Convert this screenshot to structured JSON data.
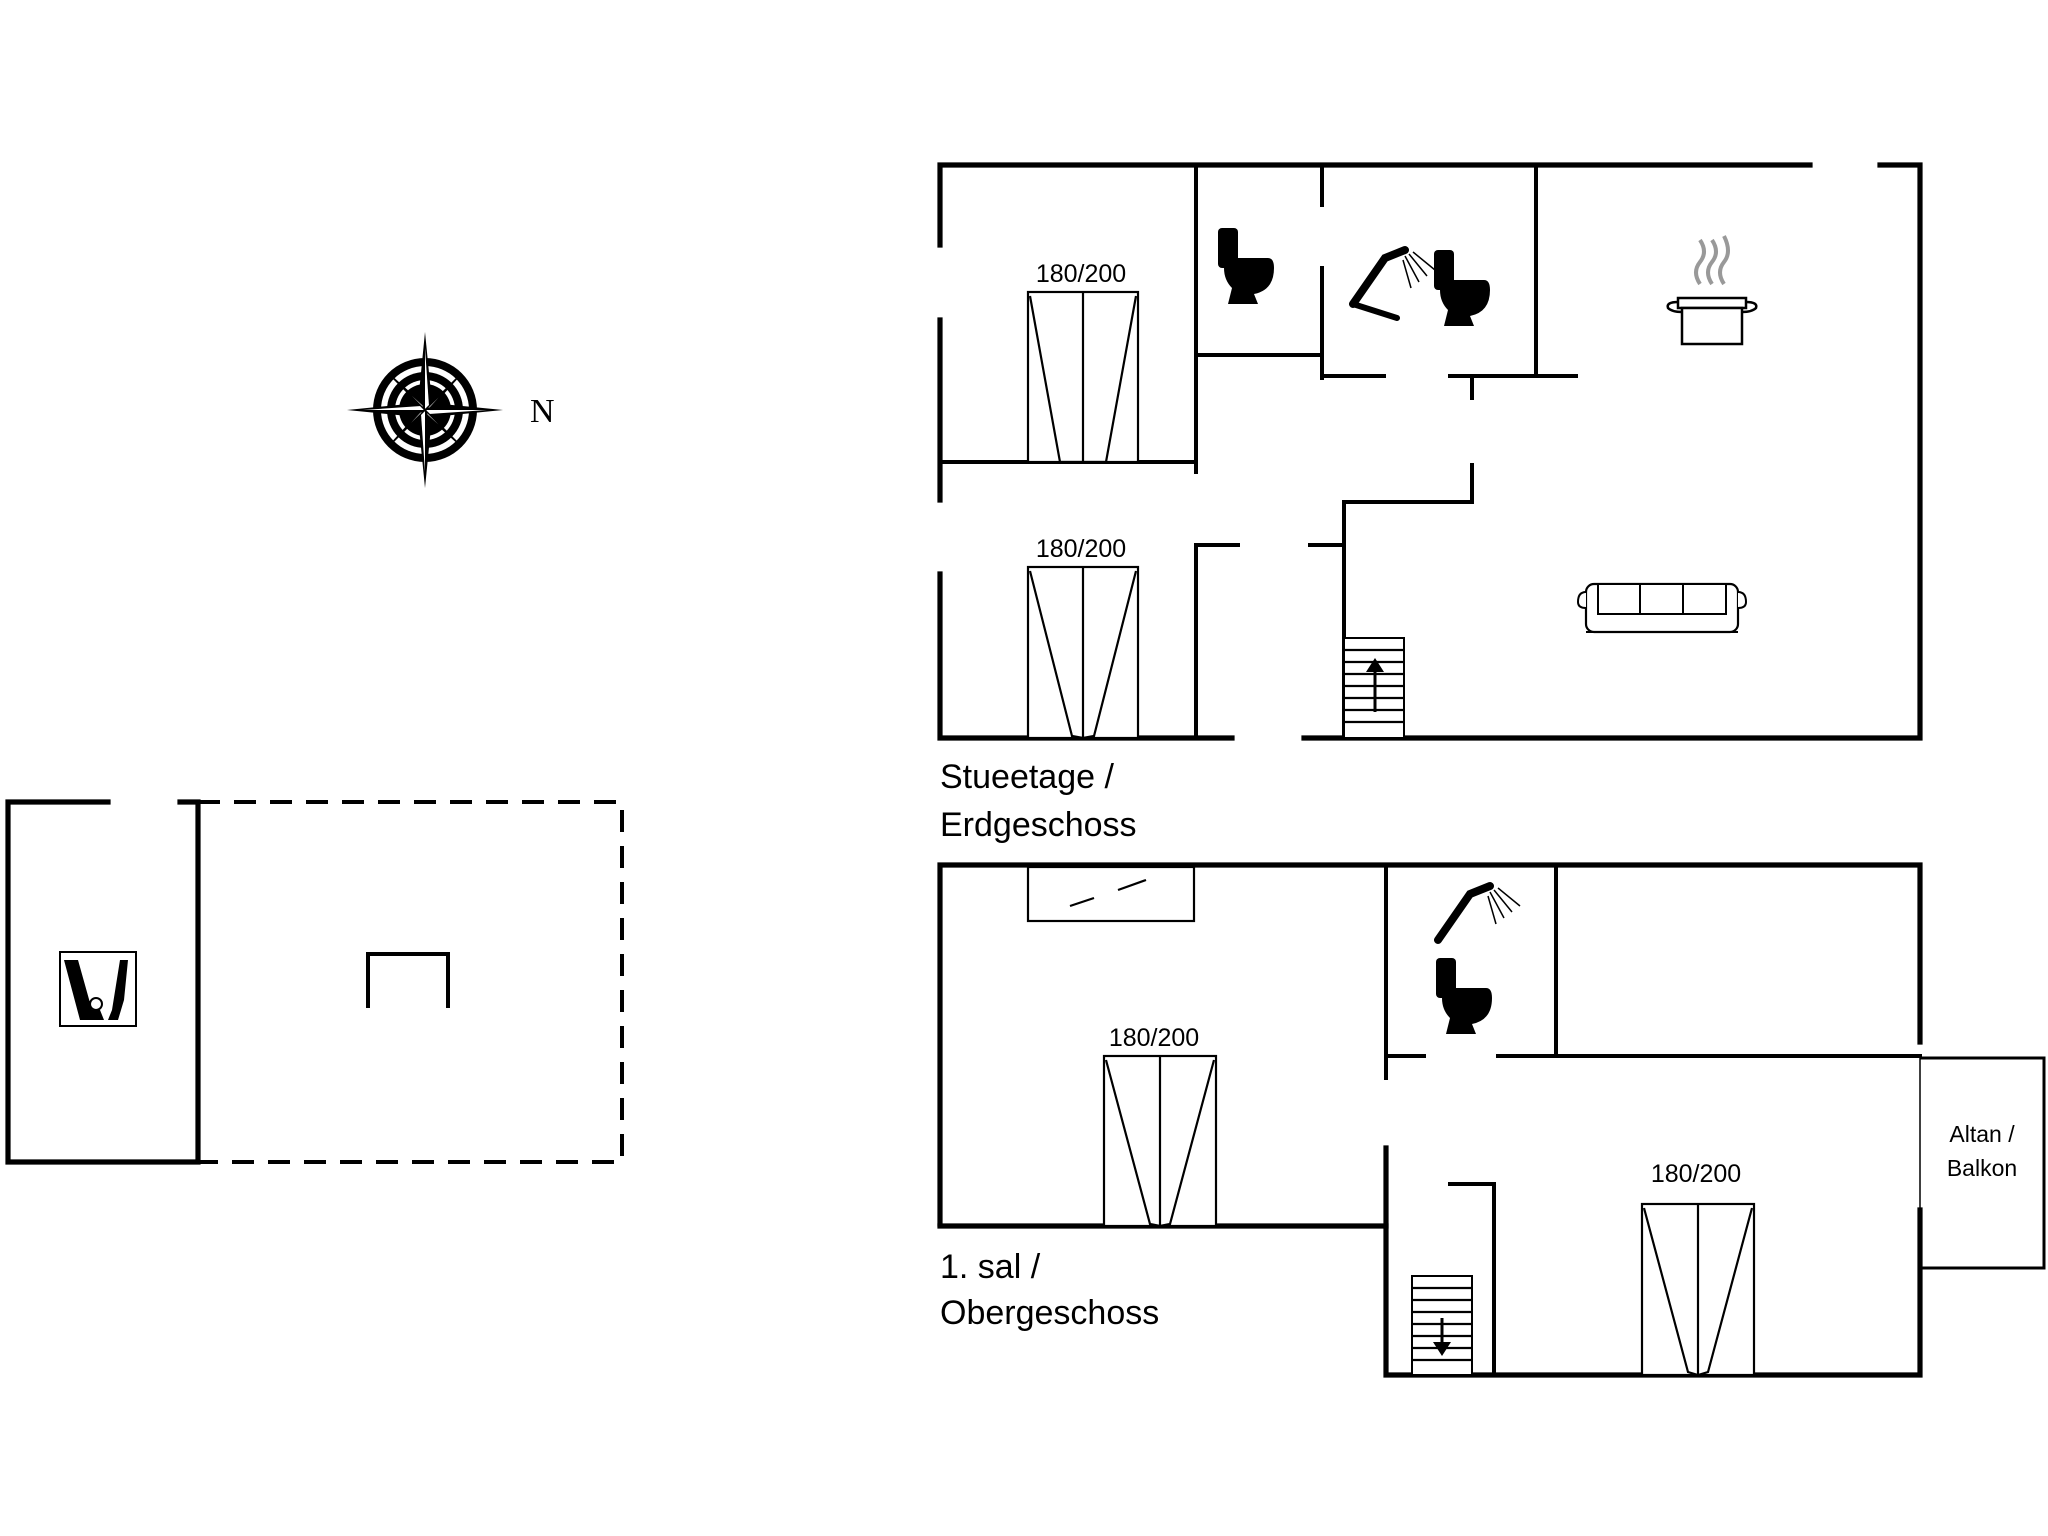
{
  "compass": {
    "north_label": "N"
  },
  "ground_floor": {
    "name_line1": "Stueetage /",
    "name_line2": "Erdgeschoss",
    "beds": [
      {
        "size": "180/200"
      },
      {
        "size": "180/200"
      }
    ]
  },
  "upper_floor": {
    "name_line1": "1. sal /",
    "name_line2": "Obergeschoss",
    "beds": [
      {
        "size": "180/200"
      },
      {
        "size": "180/200"
      }
    ],
    "balcony_line1": "Altan /",
    "balcony_line2": "Balkon"
  },
  "icons": [
    "compass-rose-icon",
    "toilet-icon",
    "shower-icon",
    "cooking-pot-icon",
    "sofa-icon",
    "stairs-up-icon",
    "stairs-down-icon",
    "washing-machine-icon",
    "fireplace-icon"
  ]
}
